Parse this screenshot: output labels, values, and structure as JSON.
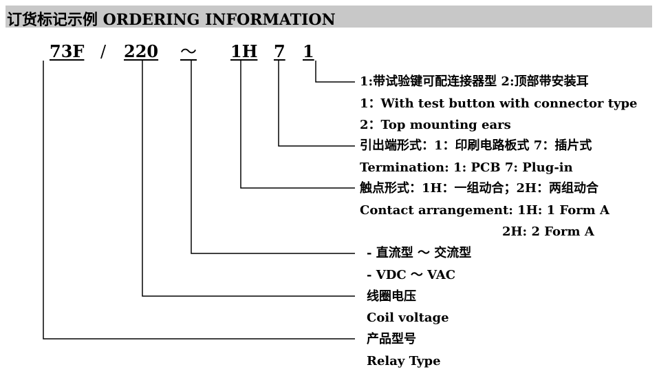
{
  "header": {
    "title": "订货标记示例  ORDERING INFORMATION"
  },
  "code": {
    "parts": [
      "73F",
      "/",
      "220",
      "～",
      "1H",
      "7",
      "1"
    ]
  },
  "descriptions": {
    "accessory_cn": "1:带试验键可配连接器型 2:顶部带安装耳",
    "accessory_en_1": "1：With test button with connector type",
    "accessory_en_2": "2：Top mounting ears",
    "termination_cn": "引出端形式：1：印刷电路板式  7：插片式",
    "termination_en": "Termination: 1: PCB     7: Plug-in",
    "contact_cn": "触点形式：1H：一组动合；2H：两组动合",
    "contact_en_1": "Contact arrangement: 1H: 1 Form A",
    "contact_en_2": "2H: 2 Form A",
    "current_cn": "- 直流型   ～ 交流型",
    "current_en": "- VDC         ～  VAC",
    "coil_cn": "线圈电压",
    "coil_en": "Coil voltage",
    "type_cn": "产品型号",
    "type_en": "Relay Type"
  }
}
